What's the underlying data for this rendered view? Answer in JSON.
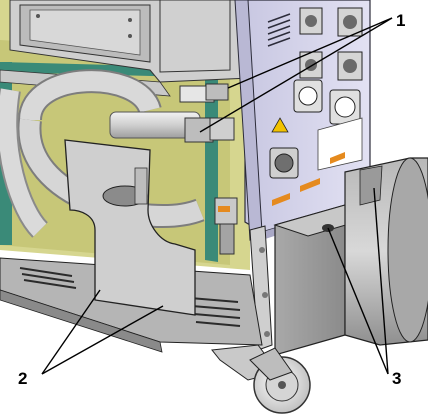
{
  "callouts": [
    {
      "id": "1",
      "label": "1"
    },
    {
      "id": "2",
      "label": "2"
    },
    {
      "id": "3",
      "label": "3"
    }
  ],
  "colors": {
    "housing": "#d9d8ee",
    "housing_shadow": "#b9b8d4",
    "interior_yellow": "#dcdc9a",
    "interior_dark": "#a7a860",
    "green_frame": "#3a8a78",
    "metal_light": "#e6e6e6",
    "metal_mid": "#bdbdbd",
    "metal_dark": "#8a8a8a",
    "hose": "#d3d3d3",
    "warning_yellow": "#f2c200",
    "orange_label": "#e58a1e"
  }
}
